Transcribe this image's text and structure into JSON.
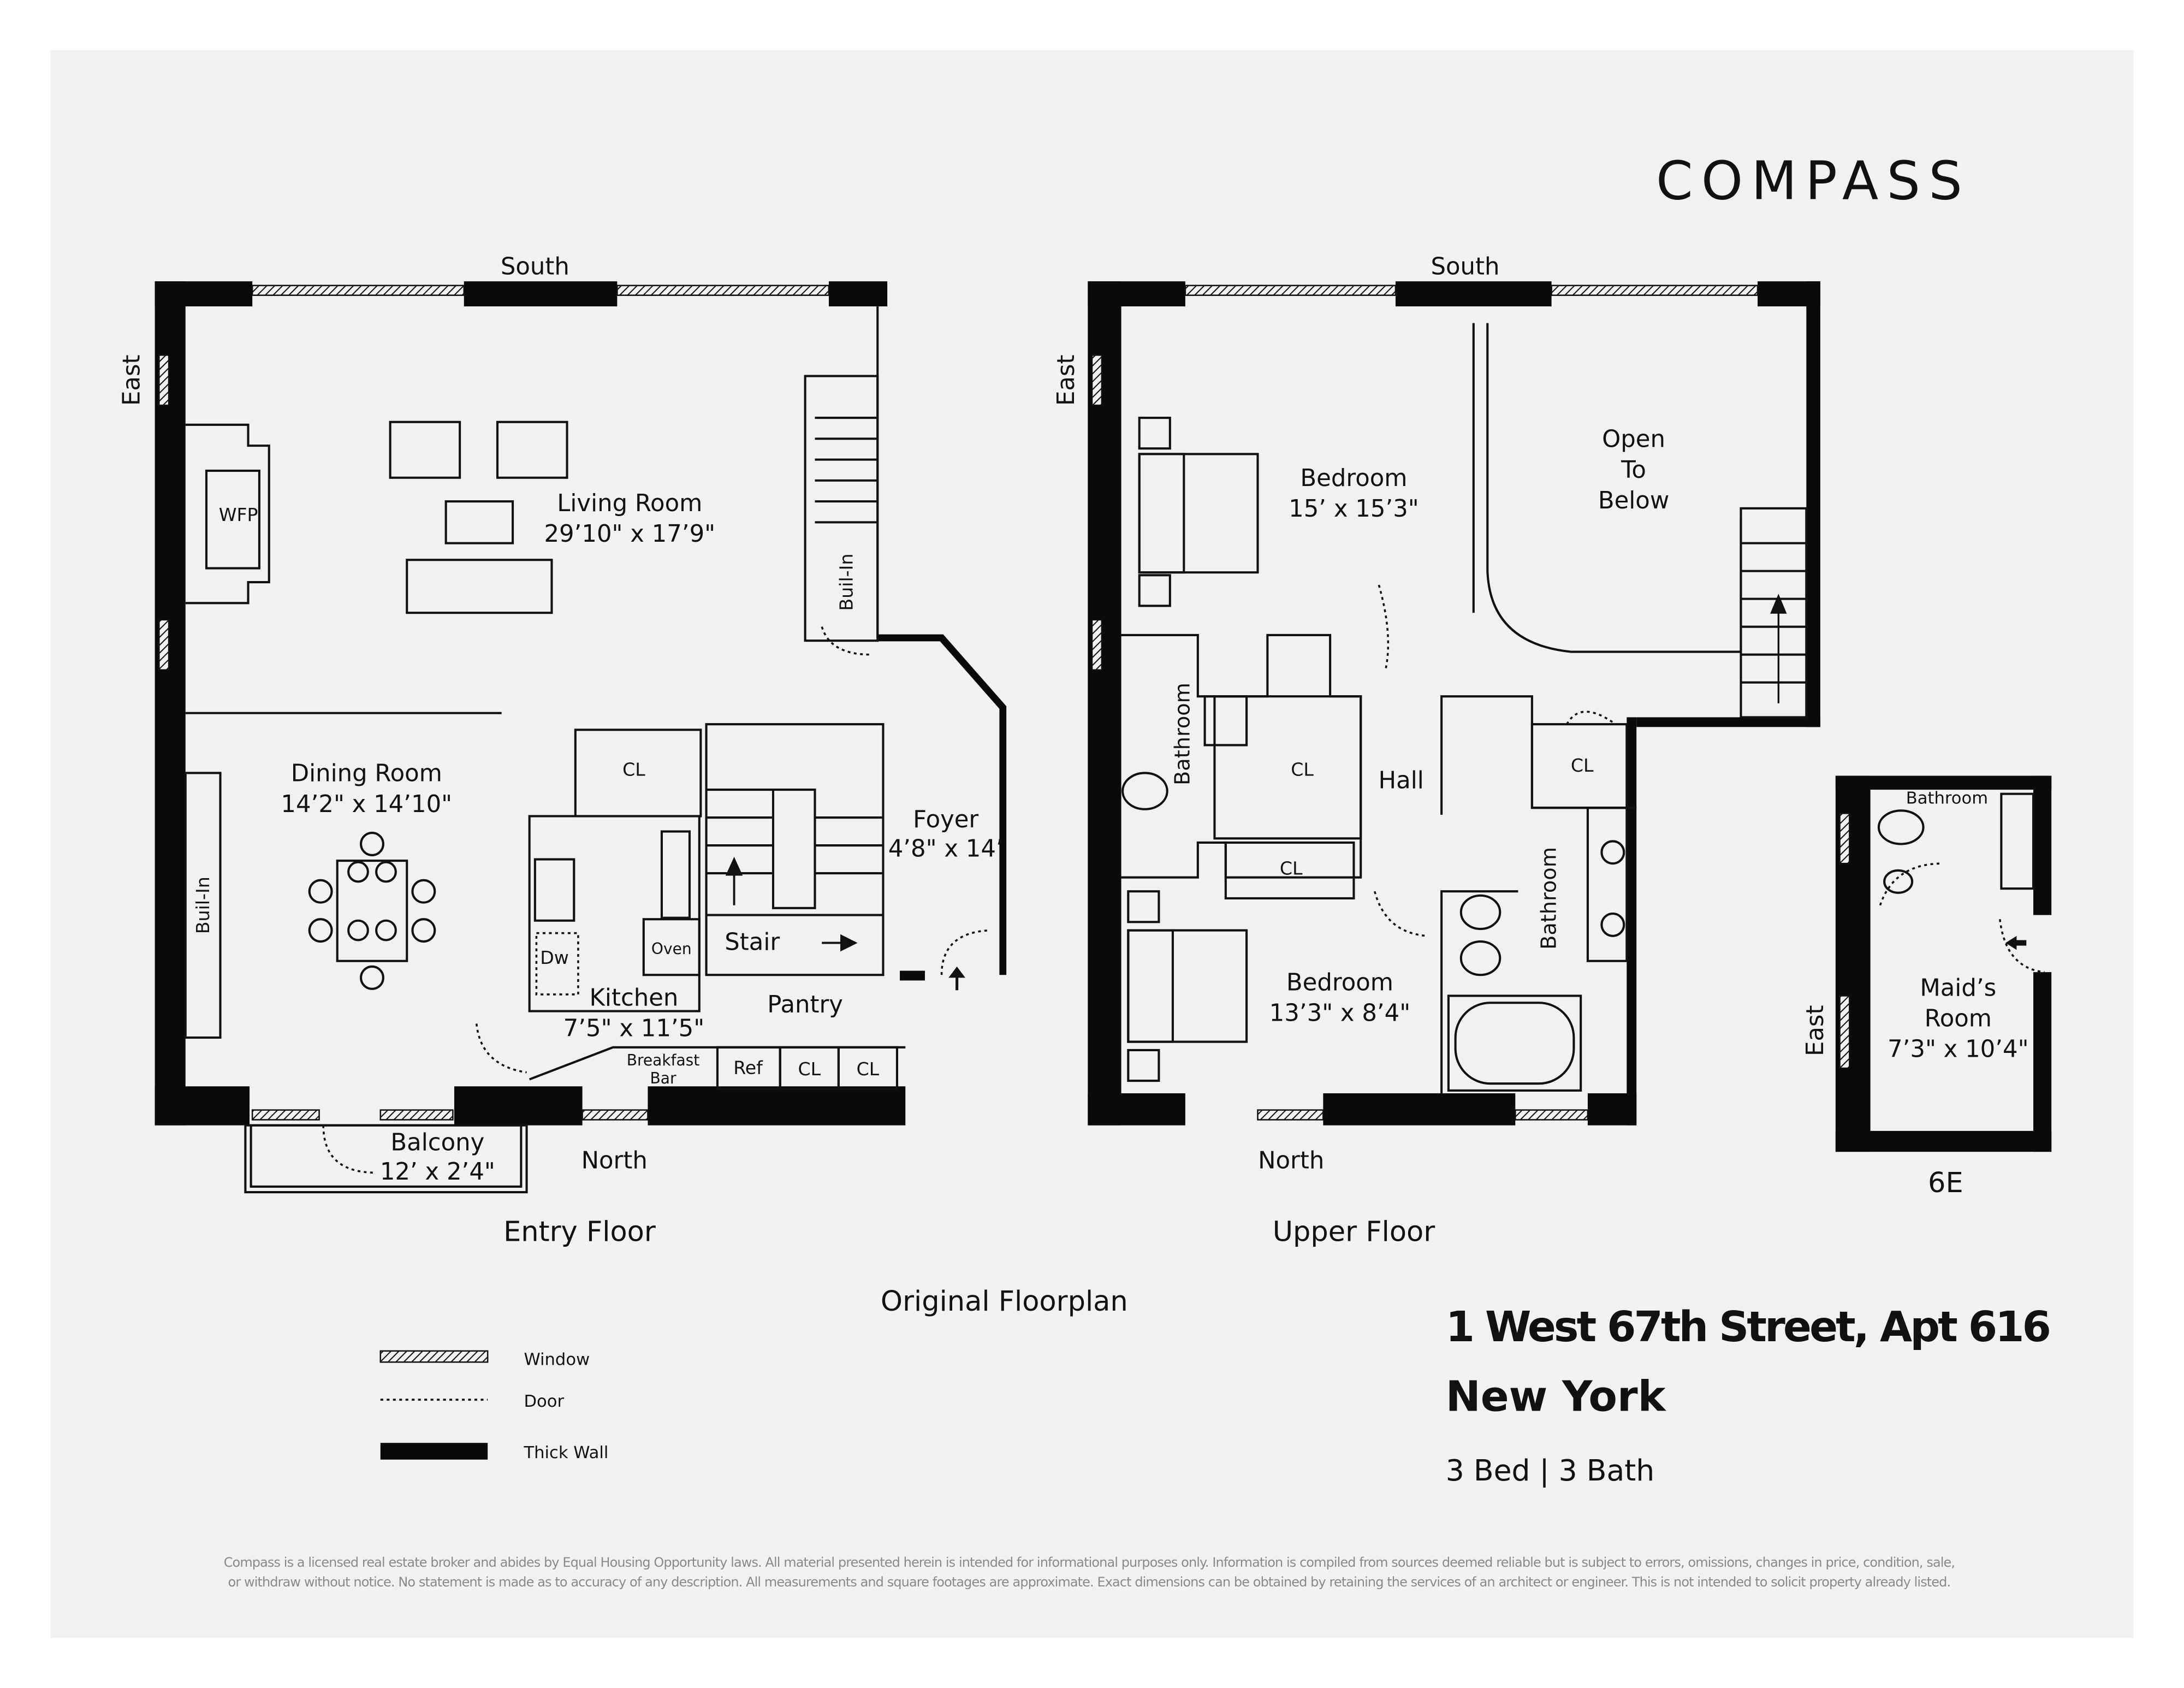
{
  "brand": {
    "logo": "COMPASS"
  },
  "entry_floor": {
    "title": "Entry Floor",
    "directions": {
      "south": "South",
      "east": "East",
      "north": "North"
    },
    "rooms": {
      "living": {
        "name": "Living Room",
        "dims": "29’10\" x 17’9\""
      },
      "dining": {
        "name": "Dining Room",
        "dims": "14’2\" x 14’10\""
      },
      "foyer": {
        "name": "Foyer",
        "dims": "4’8\" x 14’"
      },
      "kitchen": {
        "name": "Kitchen",
        "dims": "7’5\" x 11’5\""
      },
      "balcony": {
        "name": "Balcony",
        "dims": "12’ x 2’4\""
      }
    },
    "labels": {
      "wfp": "WFP",
      "built_in_left": "Buil-In",
      "built_in_right": "Buil-In",
      "cl": "CL",
      "stair": "Stair",
      "oven": "Oven",
      "dw": "Dw",
      "pantry": "Pantry",
      "breakfast": "Breakfast",
      "bar": "Bar",
      "ref": "Ref",
      "cl2": "CL",
      "cl3": "CL"
    }
  },
  "upper_floor": {
    "title": "Upper Floor",
    "directions": {
      "south": "South",
      "east": "East",
      "north": "North"
    },
    "rooms": {
      "bedroom1": {
        "name": "Bedroom",
        "dims": "15’ x 15’3\""
      },
      "open": {
        "line1": "Open",
        "line2": "To",
        "line3": "Below"
      },
      "bedroom2": {
        "name": "Bedroom",
        "dims": "13’3\" x 8’4\""
      }
    },
    "labels": {
      "bath1": "Bathroom",
      "bath2": "Bathroom",
      "hall": "Hall",
      "cl1": "CL",
      "cl2": "CL",
      "cl3": "CL"
    }
  },
  "maid_unit": {
    "name_line1": "Maid’s",
    "name_line2": "Room",
    "dims": "7’3\" x 10’4\"",
    "bathroom": "Bathroom",
    "east": "East",
    "unit": "6E"
  },
  "plan_caption": "Original Floorplan",
  "legend": [
    {
      "label": "Window"
    },
    {
      "label": "Door"
    },
    {
      "label": "Thick Wall"
    }
  ],
  "listing": {
    "address": "1 West 67th Street, Apt 616",
    "city": "New York",
    "summary": "3 Bed | 3 Bath"
  },
  "disclaimer": {
    "line1": "Compass is a licensed real estate broker and abides by Equal Housing Opportunity laws. All material presented herein is intended for informational purposes only. Information is compiled from sources deemed reliable but is subject to errors, omissions, changes in price, condition, sale,",
    "line2": "or withdraw without notice. No statement is made as to accuracy of any description. All measurements and square footages are approximate. Exact dimensions can be obtained by retaining the services of an architect or engineer. This is not intended to solicit property already listed."
  },
  "colors": {
    "panel": "#f1f1f3",
    "ink": "#111111",
    "disclaimer": "#8a8a8a"
  }
}
